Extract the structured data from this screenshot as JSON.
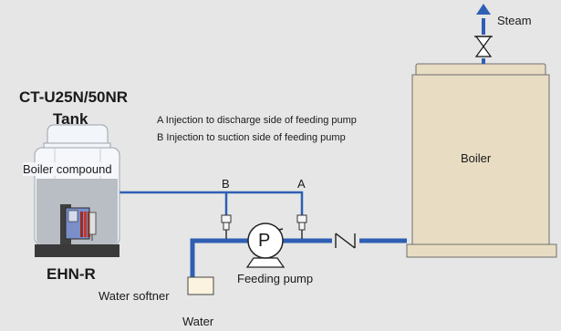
{
  "tank": {
    "model": "CT-U25N/50NR",
    "label": "Tank",
    "content": "Boiler compound"
  },
  "pump_unit": {
    "model": "EHN-R"
  },
  "legend": {
    "a": "A Injection to discharge side of feeding pump",
    "b": "B Injection to suction side of feeding pump"
  },
  "injection_points": {
    "a": "A",
    "b": "B"
  },
  "boiler": {
    "label": "Boiler"
  },
  "steam": {
    "label": "Steam"
  },
  "feeding_pump": {
    "label": "Feeding pump",
    "symbol": "P"
  },
  "softener": {
    "label": "Water softner"
  },
  "inlet": {
    "label": "Water"
  },
  "colors": {
    "background": "#e6e6e6",
    "pipe": "#2e5fb4",
    "boiler_fill": "#e8dcc2",
    "boiler_stroke": "#6e6e6e",
    "pump_body": "#7a8ec8",
    "pump_accent": "#c0392b"
  }
}
